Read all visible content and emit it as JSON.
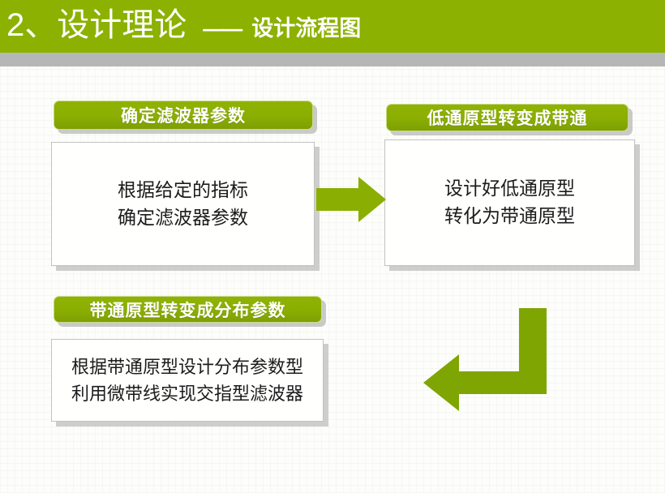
{
  "header": {
    "number": "2、",
    "title": "设计理论",
    "dash": "——",
    "subtitle": "设计流程图",
    "bar_color": "#8CB100",
    "underbar_color": "#B5B7B6",
    "text_color": "#FFFFFF"
  },
  "theme": {
    "green": "#8BAE02",
    "box_border": "#C2C2C2",
    "shadow": "#A8A8A8",
    "background": "#FDFDFB"
  },
  "flow": {
    "steps": [
      {
        "id": "step-1",
        "label": "确定滤波器参数",
        "body_lines": [
          "根据给定的指标",
          "确定滤波器参数"
        ]
      },
      {
        "id": "step-2",
        "label": "低通原型转变成带通",
        "body_lines": [
          "设计好低通原型",
          "转化为带通原型"
        ]
      },
      {
        "id": "step-3",
        "label": "带通原型转变成分布参数",
        "body_lines": [
          "根据带通原型设计分布参数型",
          "利用微带线实现交指型滤波器"
        ]
      }
    ],
    "connectors": [
      {
        "id": "arrow-step1-to-step2",
        "kind": "arrow-right",
        "color": "#8BAE02"
      },
      {
        "id": "arrow-step2-to-step3",
        "kind": "arrow-bent-down-left",
        "color": "#7FA502"
      }
    ]
  }
}
